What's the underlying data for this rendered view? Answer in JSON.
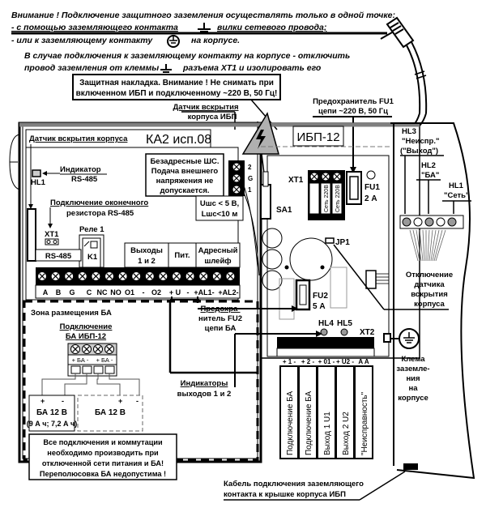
{
  "warnings": {
    "line1": "Внимание ! Подключение защитного заземления осуществлять только в одной точке:",
    "line2a": "- с помощью заземляющего контакта",
    "line2b": "вилки сетевого провода;",
    "line3a": "- или к заземляющему контакту",
    "line3b": "на корпусе.",
    "line4": "В случае подключения к заземляющему контакту на корпусе - отключить",
    "line5a": "провод заземления от клеммы",
    "line5b": "разъема ХТ1 и изолировать его"
  },
  "cover_note": {
    "line1": "Защитная накладка. Внимание ! Не снимать при",
    "line2": "включенном ИБП и подключенному ~220 В, 50 Гц!"
  },
  "labels": {
    "ups_tamper_l1": "Датчик вскрытия",
    "ups_tamper_l2": "корпуса ИБП",
    "fu1_note_l1": "Предохранитель FU1",
    "fu1_note_l2": "цепи ~220 В, 50 Гц",
    "ka2_title": "КА2 исп.08",
    "ups_title": "ИБП-12",
    "case_tamper": "Датчик вскрытия корпуса",
    "hl1_indicator_l1": "Индикатор",
    "hl1_indicator_l2": "RS-485",
    "hl1": "HL1",
    "rs485_res_l1": "Подключение оконечного",
    "rs485_res_l2": "резистора RS-485",
    "xt1_left": "XT1",
    "relay1": "Реле 1",
    "k1": "K1",
    "rs485": "RS-485",
    "outputs_l1": "Выходы",
    "outputs_l2": "1 и 2",
    "power": "Пит.",
    "addr_loop_l1": "Адресный",
    "addr_loop_l2": "шлейф",
    "loops_note_l1": "Безадресные ШС.",
    "loops_note_l2": "Подача внешнего",
    "loops_note_l3": "напряжения не",
    "loops_note_l4": "допускается.",
    "loop_limits_l1": "Uшс < 5 В,",
    "loop_limits_l2": "Lшс<10 м",
    "sa1": "SA1",
    "xt1": "XT1",
    "fu1_l1": "FU1",
    "fu1_l2": "2 А",
    "jp1": "JP1",
    "fu2_l1": "FU2",
    "fu2_l2": "5 А",
    "hl4": "HL4",
    "hl5": "HL5",
    "xt2": "XT2",
    "hl3_l1": "HL3",
    "hl3_l2": "\"Неиспр.\"",
    "hl3_l3": "(\"Выход\")",
    "hl2_l1": "HL2",
    "hl2_l2": "\"БА\"",
    "hl1_r_l1": "HL1",
    "hl1_r_l2": "\"Сеть\"",
    "tamper_off_l1": "Отключение",
    "tamper_off_l2": "датчика",
    "tamper_off_l3": "вскрытия",
    "tamper_off_l4": "корпуса",
    "fu2_note_l1": "Предохра-",
    "fu2_note_l2": "нитель FU2",
    "fu2_note_l3": "цепи БА",
    "out_ind_l1": "Индикаторы",
    "out_ind_l2": "выходов 1 и 2",
    "ground_term_l1": "Клема",
    "ground_term_l2": "заземле-",
    "ground_term_l3": "ния",
    "ground_term_l4": "на",
    "ground_term_l5": "корпусе",
    "ba_zone": "Зона размещения БА",
    "ba_conn_l1": "Подключение",
    "ba_conn_l2": "БА ИБП-12",
    "ba_term": "+ БА -",
    "battery1_l1": "БА 12 В",
    "battery1_l2": "(9 А ч; 7,2 А ч)",
    "battery2": "БА 12 В",
    "plus": "+",
    "minus": "-",
    "safety_l1": "Все подключения и коммутации",
    "safety_l2": "необходимо производить при",
    "safety_l3": "отключенной сети питания и БА!",
    "safety_l4": "Переполюсовка БА недопустима !",
    "ground_cable_l1": "Кабель подключения заземляющего",
    "ground_cable_l2": "контакта к крышке корпуса ИБП",
    "fuse_rating": "Сеть 220В"
  },
  "terminal_labels": [
    "A",
    "B",
    "G",
    "C",
    "NC",
    "NO",
    "O1",
    "-",
    "O2",
    "+ U",
    "-",
    "+AL1-",
    "+AL2-"
  ],
  "loop_terminal_numbers": [
    "2",
    "G",
    "1"
  ],
  "xt2_labels": [
    "+ 1 -",
    "+ 2 -",
    "+ 01 -",
    "+ U2 -",
    "A A"
  ],
  "xt2_columns": [
    "Подключение БА",
    "Подключение БА",
    "Выход 1 U1",
    "Выход 2 U2",
    "\"Неисправность\""
  ],
  "colors": {
    "ink": "#000000",
    "paper": "#ffffff",
    "gray": "#b0b0b0",
    "dark_gray": "#606060"
  }
}
